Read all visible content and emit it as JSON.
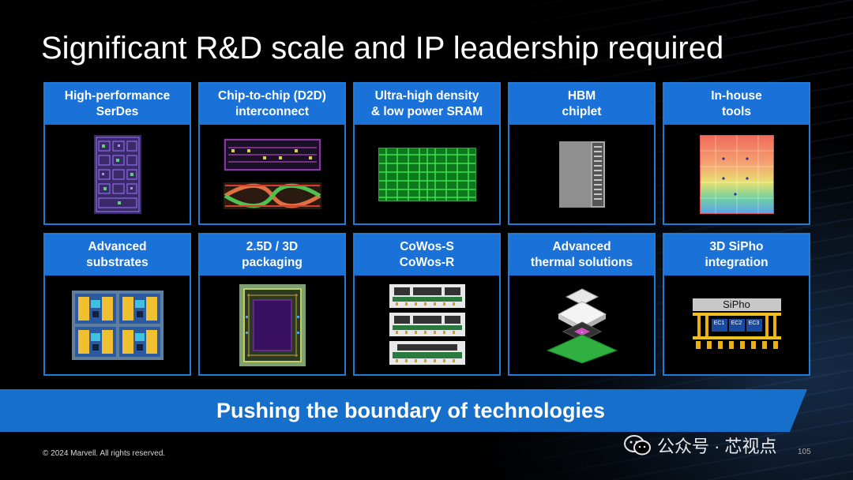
{
  "slide": {
    "title": "Significant R&D scale and IP leadership required",
    "banner": "Pushing the boundary of technologies",
    "footer": "© 2024 Marvell. All rights reserved.",
    "page_number": "105",
    "watermark": "公众号 · 芯视点"
  },
  "cards": [
    {
      "label": "High-performance\nSerDes",
      "icon": "serdes-layout"
    },
    {
      "label": "Chip-to-chip (D2D)\ninterconnect",
      "icon": "d2d-layout-eye-diagram"
    },
    {
      "label": "Ultra-high density\n& low power SRAM",
      "icon": "sram-array"
    },
    {
      "label": "HBM\nchiplet",
      "icon": "hbm-chiplet"
    },
    {
      "label": "In-house\ntools",
      "icon": "thermal-map"
    },
    {
      "label": "Advanced\nsubstrates",
      "icon": "substrate-layout"
    },
    {
      "label": "2.5D / 3D\npackaging",
      "icon": "package-layout"
    },
    {
      "label": "CoWos-S\nCoWos-R",
      "icon": "cowos-cross-sections"
    },
    {
      "label": "Advanced\nthermal solutions",
      "icon": "thermal-exploded-view"
    },
    {
      "label": "3D SiPho\nintegration",
      "icon": "sipho-stack"
    }
  ],
  "sipho": {
    "top_label": "SiPho",
    "ec_labels": [
      "EC1",
      "EC2",
      "EC3"
    ]
  },
  "colors": {
    "accent": "#1a72d8",
    "banner": "#176fcc",
    "background": "#000000"
  }
}
